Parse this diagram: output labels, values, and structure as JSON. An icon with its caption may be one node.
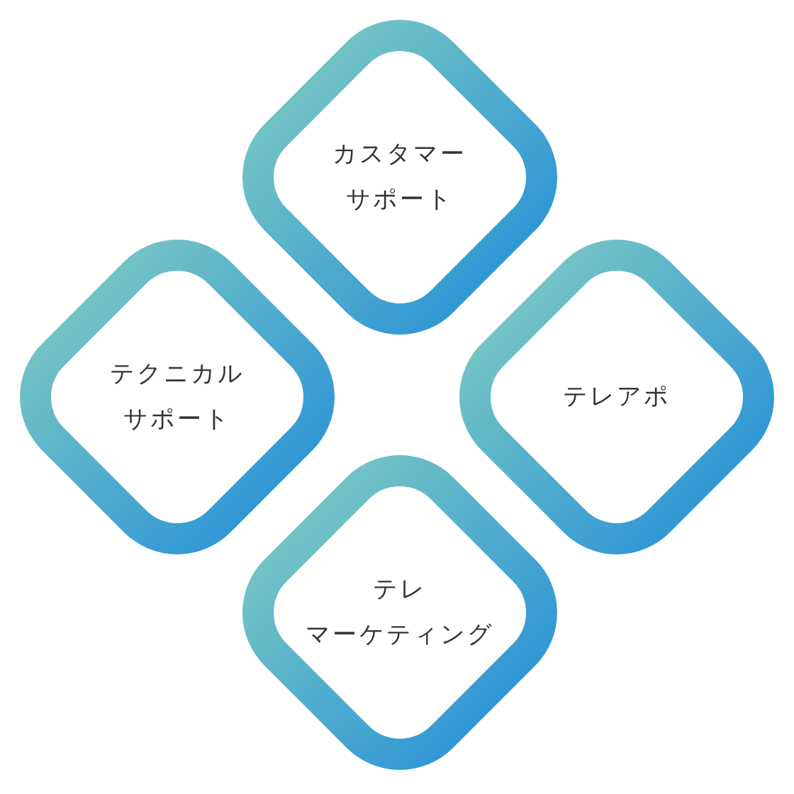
{
  "diagram": {
    "nodes": [
      {
        "text": [
          "カスタマーサポート"
        ]
      },
      {
        "text": [
          "テクニカルサポート"
        ]
      },
      {
        "text": [
          "テレアポ"
        ]
      },
      {
        "text": [
          "テレマーケティング"
        ]
      }
    ]
  }
}
